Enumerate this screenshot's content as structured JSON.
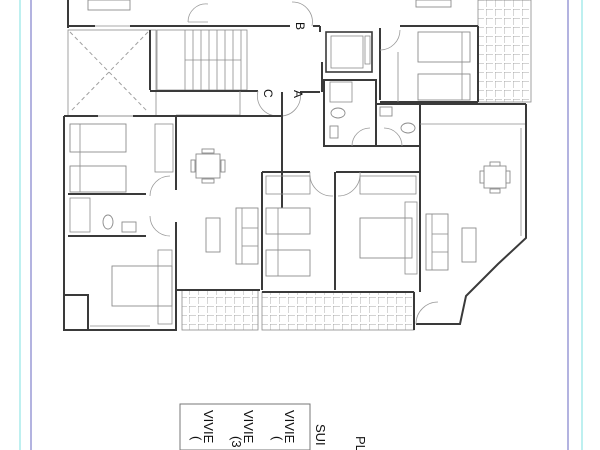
{
  "drawing": {
    "type": "architectural-floor-plan",
    "door_labels": [
      "A",
      "B",
      "C"
    ],
    "frame_colors": {
      "inner_border": "#9a9ad6",
      "outer_border": "#a8ecec",
      "walls": "#3a3a3a",
      "furniture": "#8c8c8c"
    }
  },
  "labels": {
    "door_a": "A",
    "door_b": "B",
    "door_c": "C"
  },
  "legend": {
    "title_partial": "PL",
    "subtitle_partial": "SUI",
    "rows": [
      {
        "label": "VIVIE",
        "sub": "("
      },
      {
        "label": "VIVIE",
        "sub": "(3"
      },
      {
        "label": "VIVIE",
        "sub": "("
      }
    ]
  }
}
